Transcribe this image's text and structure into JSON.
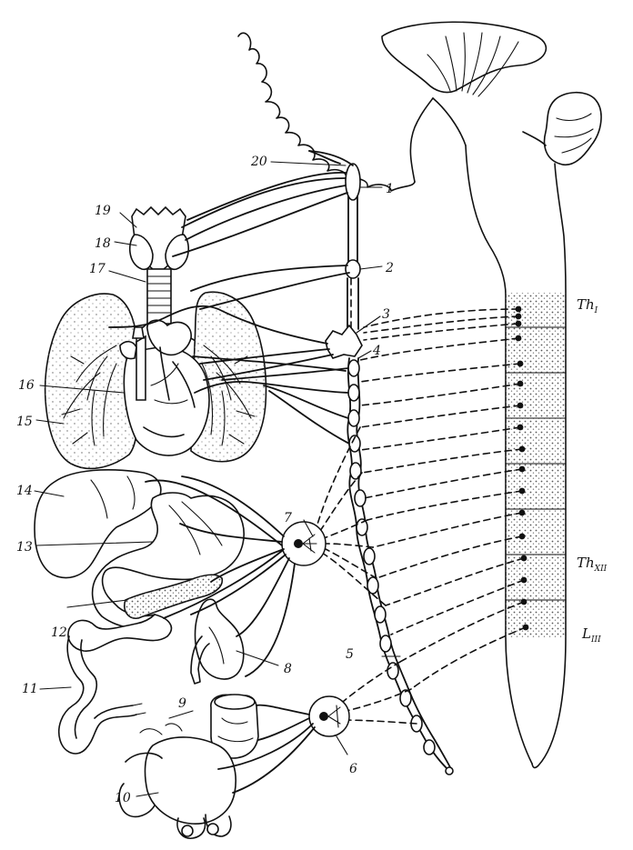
{
  "labels": [
    "1",
    "2",
    "3",
    "4",
    "5",
    "6",
    "7",
    "8",
    "9",
    "10",
    "11",
    "12",
    "13",
    "14",
    "15",
    "16",
    "17",
    "18",
    "19",
    "20"
  ],
  "segments": {
    "th1": {
      "main": "Th",
      "sub": "I"
    },
    "th12": {
      "main": "Th",
      "sub": "XII"
    },
    "l3": {
      "main": "L",
      "sub": "III"
    }
  },
  "colors": {
    "ink": "#111111",
    "background": "#ffffff",
    "stipple": "#555555"
  }
}
